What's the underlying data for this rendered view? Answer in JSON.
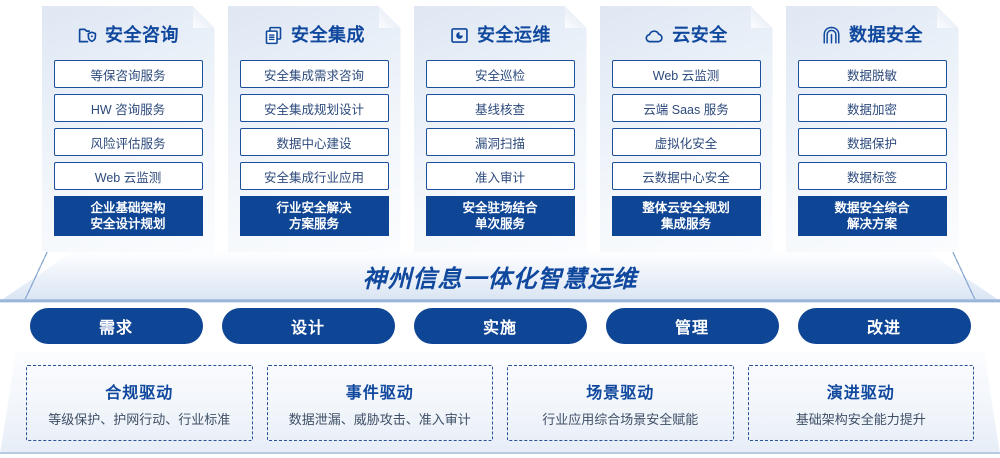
{
  "pillars": [
    {
      "icon": "folder-shield-icon",
      "title": "安全咨询",
      "items": [
        "等保咨询服务",
        "HW 咨询服务",
        "风险评估服务",
        "Web 云监测"
      ],
      "accent": [
        "企业基础架构",
        "安全设计规划"
      ]
    },
    {
      "icon": "stacked-documents-icon",
      "title": "安全集成",
      "items": [
        "安全集成需求咨询",
        "安全集成规划设计",
        "数据中心建设",
        "安全集成行业应用"
      ],
      "accent": [
        "行业安全解决",
        "方案服务"
      ]
    },
    {
      "icon": "pie-chart-box-icon",
      "title": "安全运维",
      "items": [
        "安全巡检",
        "基线核查",
        "漏洞扫描",
        "准入审计"
      ],
      "accent": [
        "安全驻场结合",
        "单次服务"
      ]
    },
    {
      "icon": "cloud-icon",
      "title": "云安全",
      "items": [
        "Web 云监测",
        "云端 Saas 服务",
        "虚拟化安全",
        "云数据中心安全"
      ],
      "accent": [
        "整体云安全规划",
        "集成服务"
      ]
    },
    {
      "icon": "fingerprint-icon",
      "title": "数据安全",
      "items": [
        "数据脱敏",
        "数据加密",
        "数据保护",
        "数据标签"
      ],
      "accent": [
        "数据安全综合",
        "解决方案"
      ]
    }
  ],
  "platform": {
    "title": "神州信息一体化智慧运维"
  },
  "phases": [
    {
      "label": "需求"
    },
    {
      "label": "设计"
    },
    {
      "label": "实施"
    },
    {
      "label": "管理"
    },
    {
      "label": "改进"
    }
  ],
  "drivers": [
    {
      "title": "合规驱动",
      "subtitle": "等级保护、护网行动、行业标准"
    },
    {
      "title": "事件驱动",
      "subtitle": "数据泄漏、威胁攻击、准入审计"
    },
    {
      "title": "场景驱动",
      "subtitle": "行业应用综合场景安全赋能"
    },
    {
      "title": "演进驱动",
      "subtitle": "基础架构安全能力提升"
    }
  ],
  "colors": {
    "brand_blue": "#10489e",
    "accent_fill": "#0e4594",
    "item_border": "#1c4f9c",
    "item_text": "#2c4a7c"
  }
}
